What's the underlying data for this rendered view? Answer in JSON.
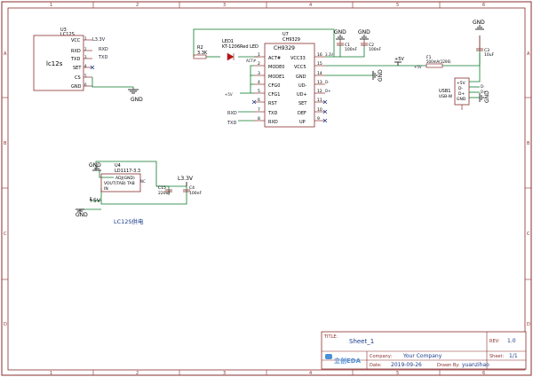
{
  "frame": {
    "cols": [
      "1",
      "2",
      "3",
      "4",
      "5",
      "6"
    ],
    "rows": [
      "A",
      "B",
      "C",
      "D"
    ]
  },
  "u3": {
    "ref": "U3",
    "part": "LC12S",
    "name": "lc12s",
    "pins": [
      {
        "label": "VCC",
        "num": "1",
        "net": "L3.3V"
      },
      {
        "label": "RXD",
        "num": "2",
        "net": "RXD"
      },
      {
        "label": "TXD",
        "num": "3",
        "net": "TXD"
      },
      {
        "label": "SET",
        "num": "4",
        "net": ""
      },
      {
        "label": "CS",
        "num": "5",
        "net": ""
      },
      {
        "label": "GND",
        "num": "6",
        "net": ""
      }
    ],
    "gnd": "GND"
  },
  "u7": {
    "ref": "U7",
    "part": "CH9329",
    "title": "CH9329",
    "left_pins": [
      {
        "label": "ACT#",
        "num": "1"
      },
      {
        "label": "MODE0",
        "num": "2"
      },
      {
        "label": "MODE1",
        "num": "3"
      },
      {
        "label": "CFG0",
        "num": "4"
      },
      {
        "label": "CFG1",
        "num": "5"
      },
      {
        "label": "RST",
        "num": "6"
      },
      {
        "label": "TXD",
        "num": "7"
      },
      {
        "label": "RXD",
        "num": "8"
      }
    ],
    "right_pins": [
      {
        "label": "VCC33",
        "num": "16"
      },
      {
        "label": "VCC5",
        "num": "15"
      },
      {
        "label": "GND",
        "num": "14"
      },
      {
        "label": "UD-",
        "num": "13"
      },
      {
        "label": "UD+",
        "num": "12"
      },
      {
        "label": "SET",
        "num": "11"
      },
      {
        "label": "DEF",
        "num": "10"
      },
      {
        "label": "UP",
        "num": "9"
      }
    ],
    "net_left": {
      "act": "ACT#",
      "vcc": "+5V",
      "rxd": "RXD",
      "txd": "TXD"
    },
    "net_right": {
      "vcc33": "3.3V",
      "dm": "D-",
      "dp": "D+"
    }
  },
  "r2": {
    "ref": "R2",
    "value": "3.3K"
  },
  "led1": {
    "ref": "LED1",
    "value": "KT-1206Red LED"
  },
  "c1": {
    "ref": "C1",
    "value": "100nF"
  },
  "c2": {
    "ref": "C2",
    "value": "100nF"
  },
  "c3": {
    "ref": "C3",
    "value": "10uF"
  },
  "f1": {
    "ref": "F1",
    "value": "500mA(1206)"
  },
  "usb": {
    "ref": "USB1",
    "part": "USB-W",
    "pins": [
      "+5V",
      "D-",
      "D+",
      "GND"
    ],
    "nets": {
      "plus5": "+5V",
      "dm": "D-",
      "dp": "D+"
    }
  },
  "gnd_labels": {
    "c1": "GND",
    "c2": "GND",
    "c3": "GND",
    "u7": "GND",
    "usb": "GND",
    "u4": "GND",
    "bottom": "GND"
  },
  "plus5_label": "+5V",
  "u4": {
    "ref": "U4",
    "part": "LD1117-3.3",
    "pins": [
      "ADJ(GND)",
      "VOUT(TAB) TAB",
      "IN"
    ],
    "nc": "NC"
  },
  "c15": {
    "ref": "C15",
    "value": "220uF"
  },
  "c4": {
    "ref": "C4",
    "value": "100nF"
  },
  "l33v": "L3.3V",
  "plus5_u4": "+5V",
  "section_note": "LC12S供电",
  "titleblock": {
    "title_key": "TITLE:",
    "title": "Sheet_1",
    "rev_key": "REV:",
    "rev": "1.0",
    "logo": "立创EDA",
    "company_key": "Company:",
    "company": "Your Company",
    "sheet_key": "Sheet:",
    "sheet": "1/1",
    "date_key": "Date:",
    "date": "2019-09-26",
    "drawn_key": "Drawn By:",
    "drawn": "yuanzihao"
  }
}
